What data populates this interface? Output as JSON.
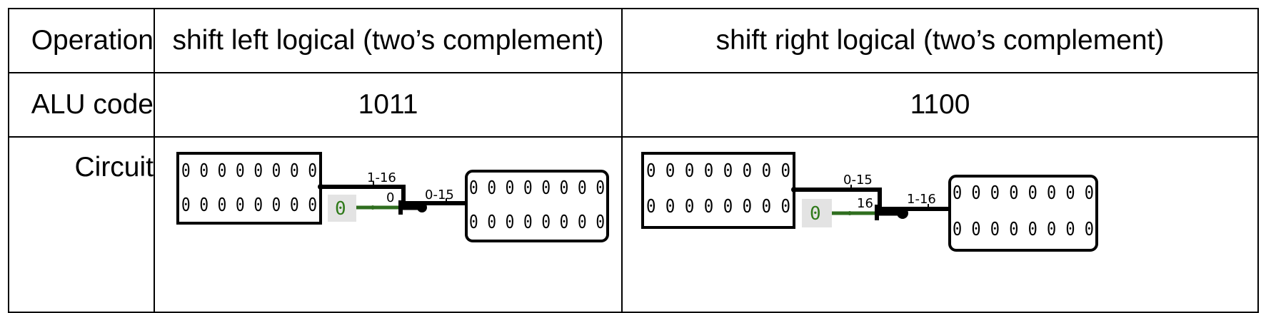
{
  "table": {
    "row_headers": {
      "operation": "Operation",
      "alu_code": "ALU code",
      "circuit": "Circuit"
    },
    "columns": [
      {
        "operation": "shift left logical (two’s complement)",
        "alu_code": "1011",
        "circuit": {
          "input_bits_row1": "0 0 0 0 0 0 0 0",
          "input_bits_row2": "0 0 0 0 0 0 0 0",
          "upper_wire_label": "1-16",
          "lower_wire_label": "0",
          "constant_value": "0",
          "output_wire_label": "0-15",
          "output_bits_row1": "0 0 0 0 0 0 0 0",
          "output_bits_row2": "0 0 0 0 0 0 0 0"
        }
      },
      {
        "operation": "shift right logical (two’s complement)",
        "alu_code": "1100",
        "circuit": {
          "input_bits_row1": "0 0 0 0 0 0 0 0",
          "input_bits_row2": "0 0 0 0 0 0 0 0",
          "upper_wire_label": "0-15",
          "lower_wire_label": "16",
          "constant_value": "0",
          "output_wire_label": "1-16",
          "output_bits_row1": "0 0 0 0 0 0 0 0",
          "output_bits_row2": "0 0 0 0 0 0 0 0"
        }
      }
    ]
  },
  "colors": {
    "wire_dark": "#000000",
    "wire_green": "#2f6e1f",
    "constant_text": "#2f7a1a",
    "constant_bg": "#e3e3e3"
  }
}
